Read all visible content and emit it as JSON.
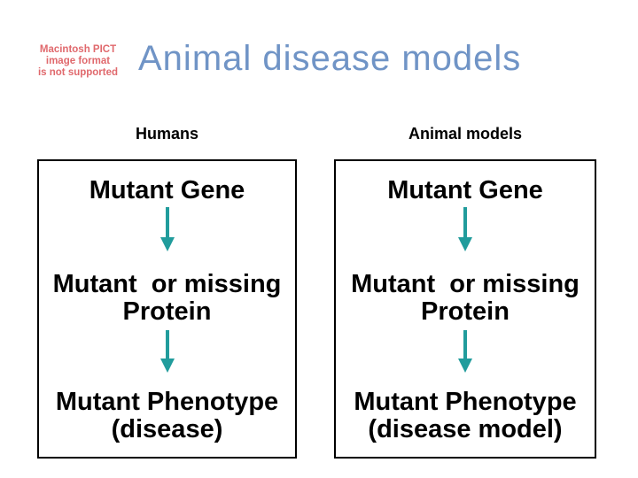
{
  "slide": {
    "background_color": "#ffffff",
    "pict_placeholder": {
      "lines": [
        "Macintosh PICT",
        "image format",
        "is not supported"
      ],
      "color": "#e0696d"
    },
    "title": {
      "text": "Animal disease models",
      "color": "#7094c6"
    },
    "columns": [
      {
        "header": "Humans",
        "steps": [
          "Mutant Gene",
          "Mutant  or missing\nProtein",
          "Mutant Phenotype\n(disease)"
        ]
      },
      {
        "header": "Animal models",
        "steps": [
          "Mutant Gene",
          "Mutant  or missing\nProtein",
          "Mutant Phenotype\n(disease model)"
        ]
      }
    ],
    "arrow_color": "#219c9c",
    "text_color": "#000000",
    "box_border_color": "#000000"
  }
}
